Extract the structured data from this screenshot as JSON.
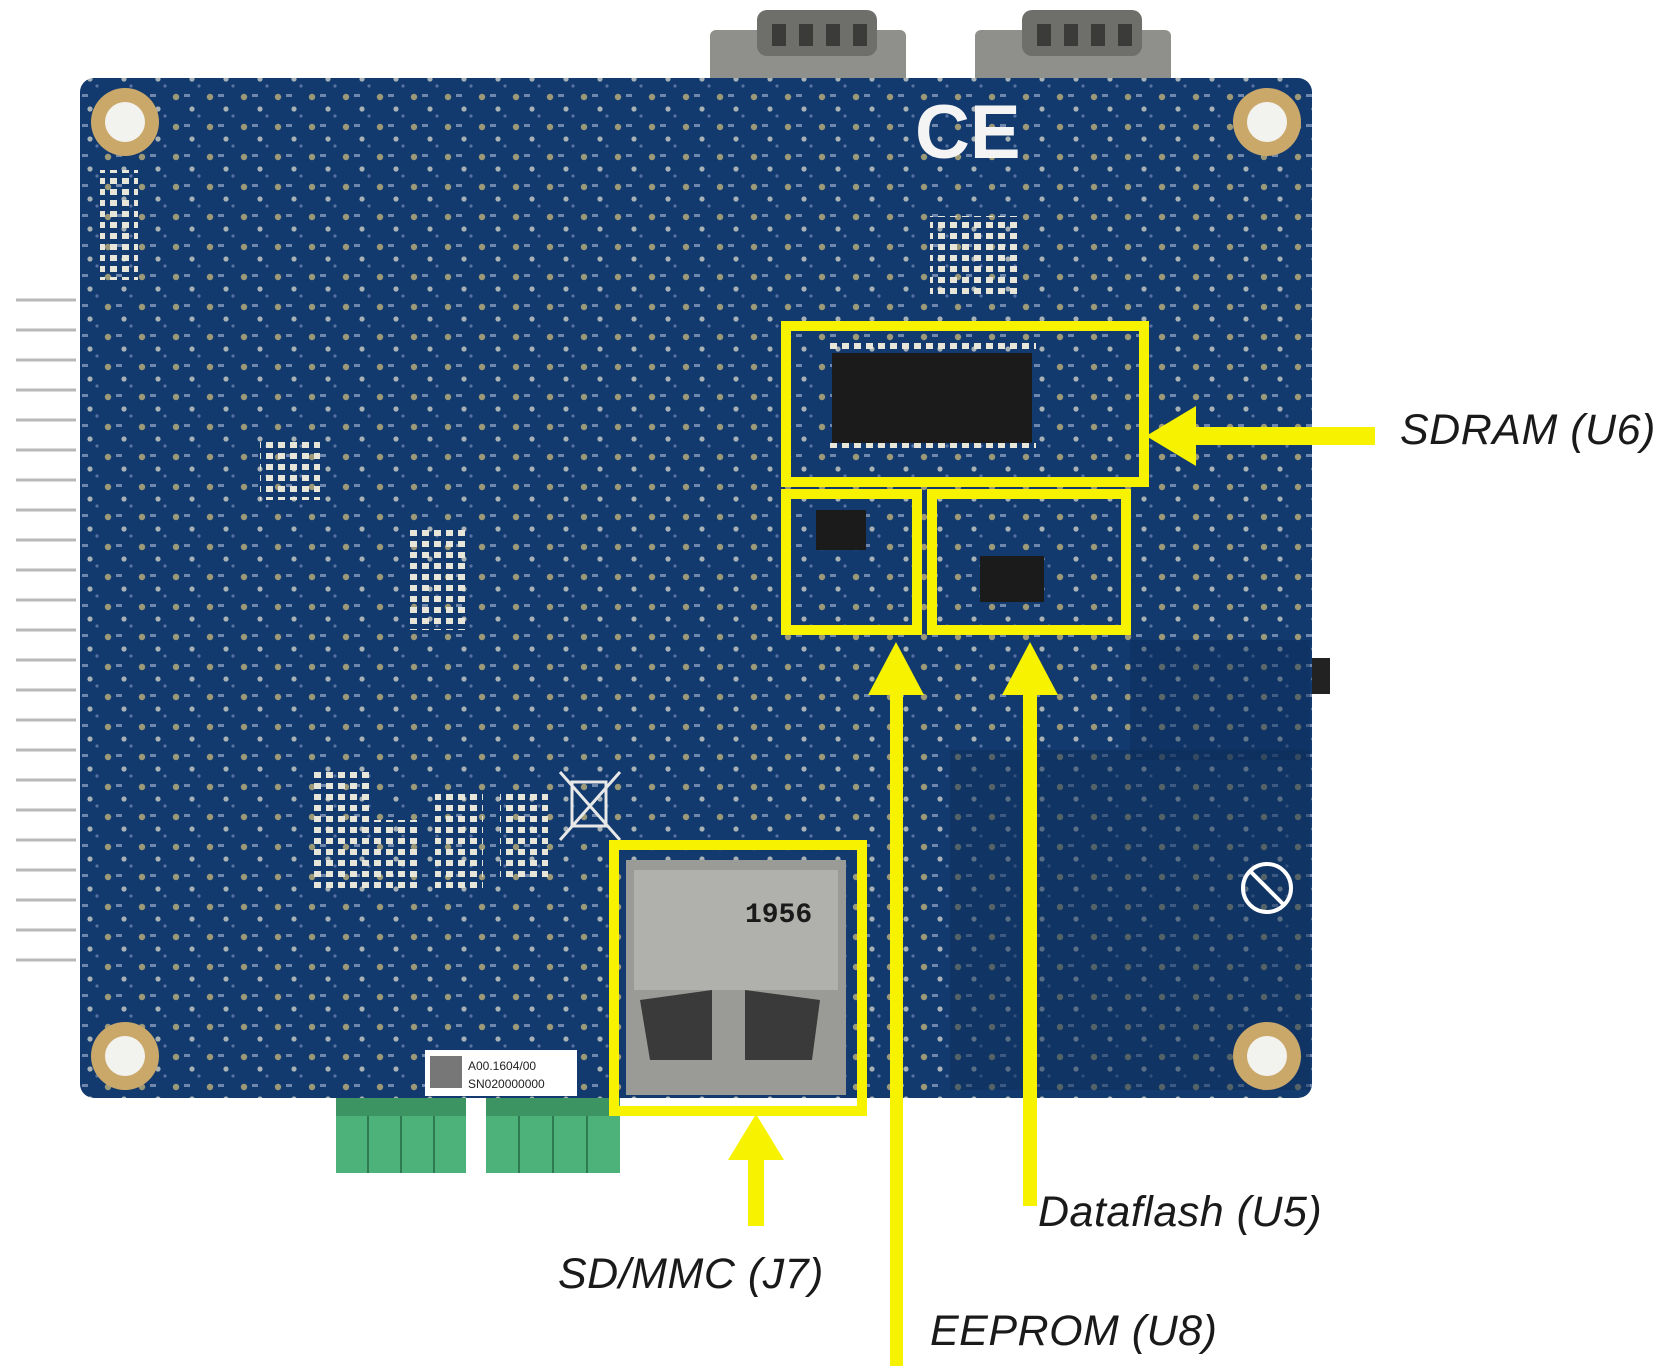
{
  "labels": {
    "sdram": "SDRAM (U6)",
    "dataflash": "Dataflash (U5)",
    "sdmmc": "SD/MMC (J7)",
    "eeprom": "EEPROM (U8)"
  },
  "board": {
    "ce_mark": "CE",
    "sd_card_number": "1956",
    "serial_label_line1": "A00.1604/00",
    "serial_label_line2": "SN020000000"
  },
  "colors": {
    "pcb": "#123a6e",
    "pcb_dark": "#0d2d58",
    "highlight": "#f7f300",
    "terminal": "#4db27a",
    "metal": "#9a9a96"
  }
}
